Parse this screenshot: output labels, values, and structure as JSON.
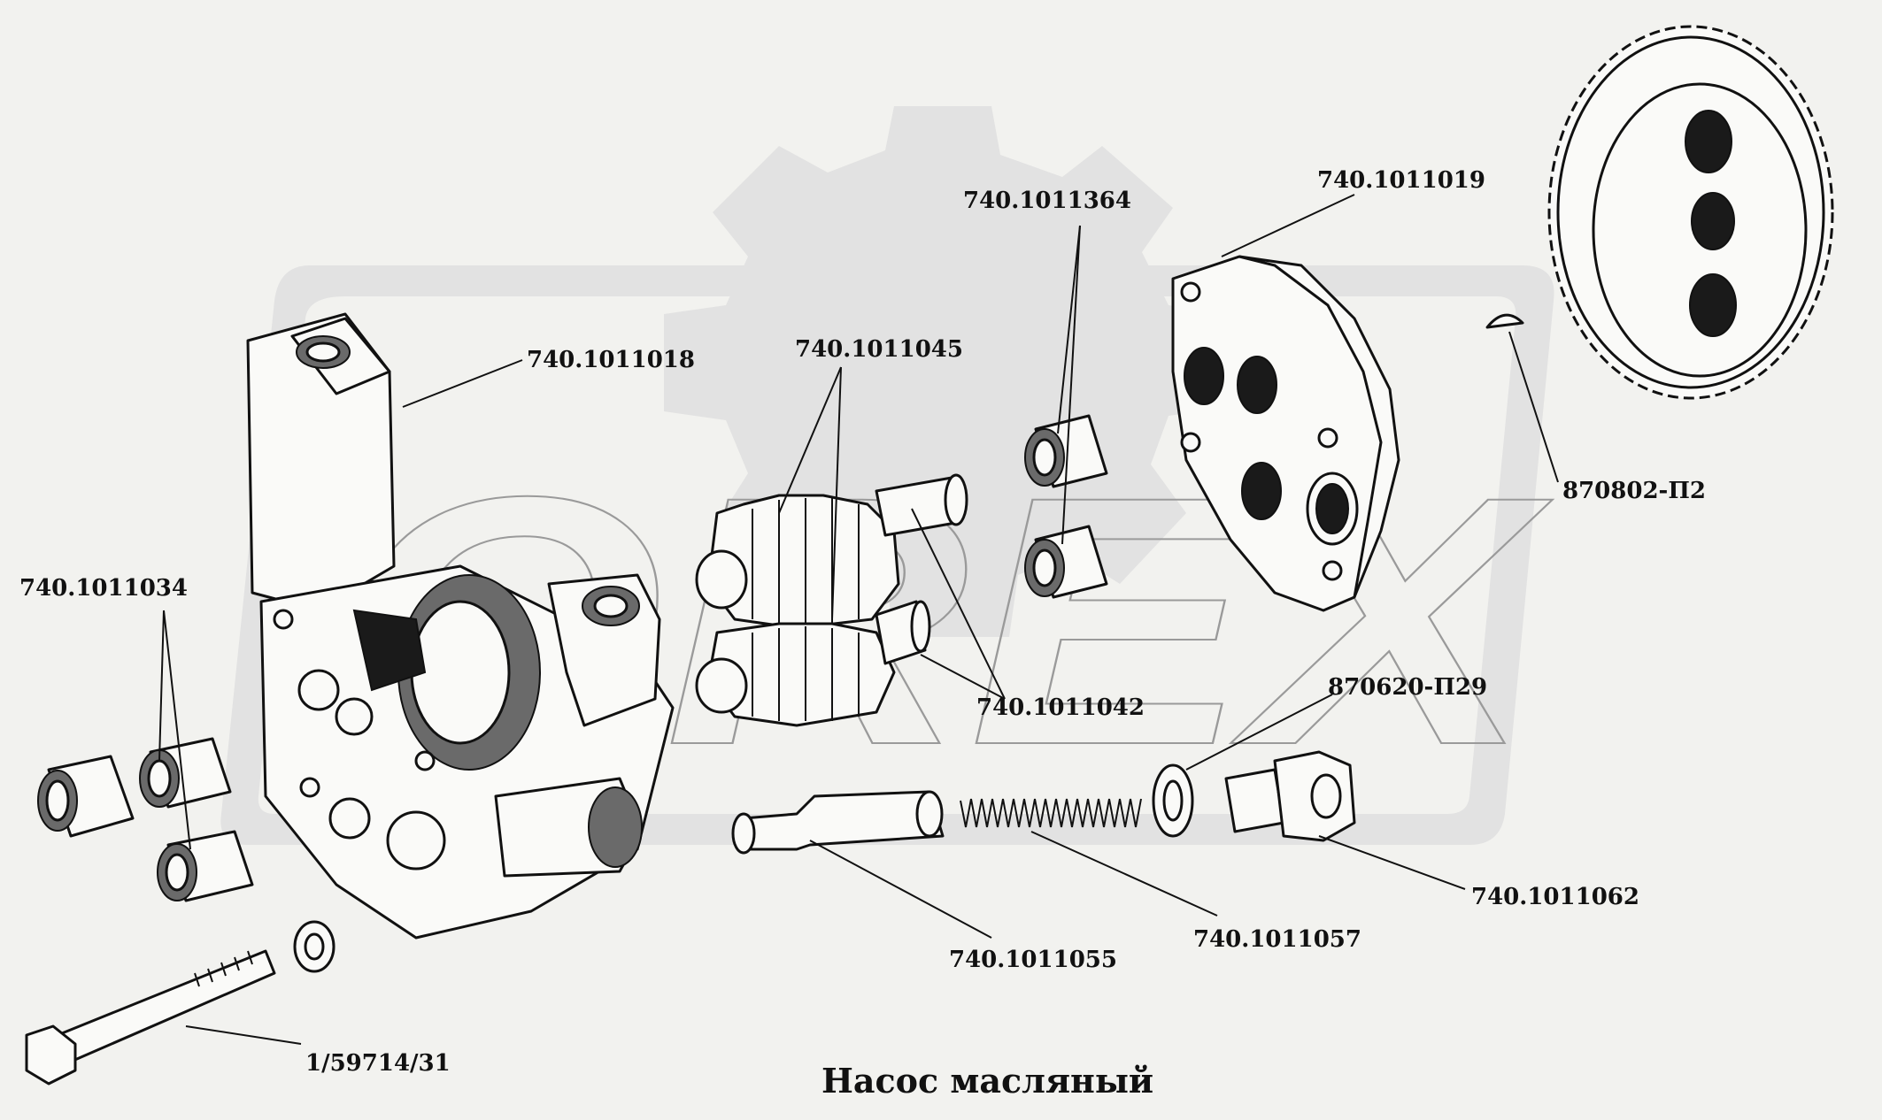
{
  "caption": "Насос масляный",
  "watermark_text": "OREX",
  "labels": [
    {
      "id": "housing",
      "text": "740.1011018"
    },
    {
      "id": "gears",
      "text": "740.1011045"
    },
    {
      "id": "bushings_small",
      "text": "740.1011364"
    },
    {
      "id": "cover",
      "text": "740.1011019"
    },
    {
      "id": "key",
      "text": "870802-П2"
    },
    {
      "id": "bushings_housing",
      "text": "740.1011034"
    },
    {
      "id": "shaft",
      "text": "740.1011042"
    },
    {
      "id": "washer",
      "text": "870620-П29"
    },
    {
      "id": "plug",
      "text": "740.1011062"
    },
    {
      "id": "spring",
      "text": "740.1011057"
    },
    {
      "id": "valve",
      "text": "740.1011055"
    },
    {
      "id": "bolt",
      "text": "1/59714/31"
    }
  ],
  "colors": {
    "background": "#f2f2ef",
    "watermark": "#e2e2e2",
    "ink": "#111111"
  }
}
